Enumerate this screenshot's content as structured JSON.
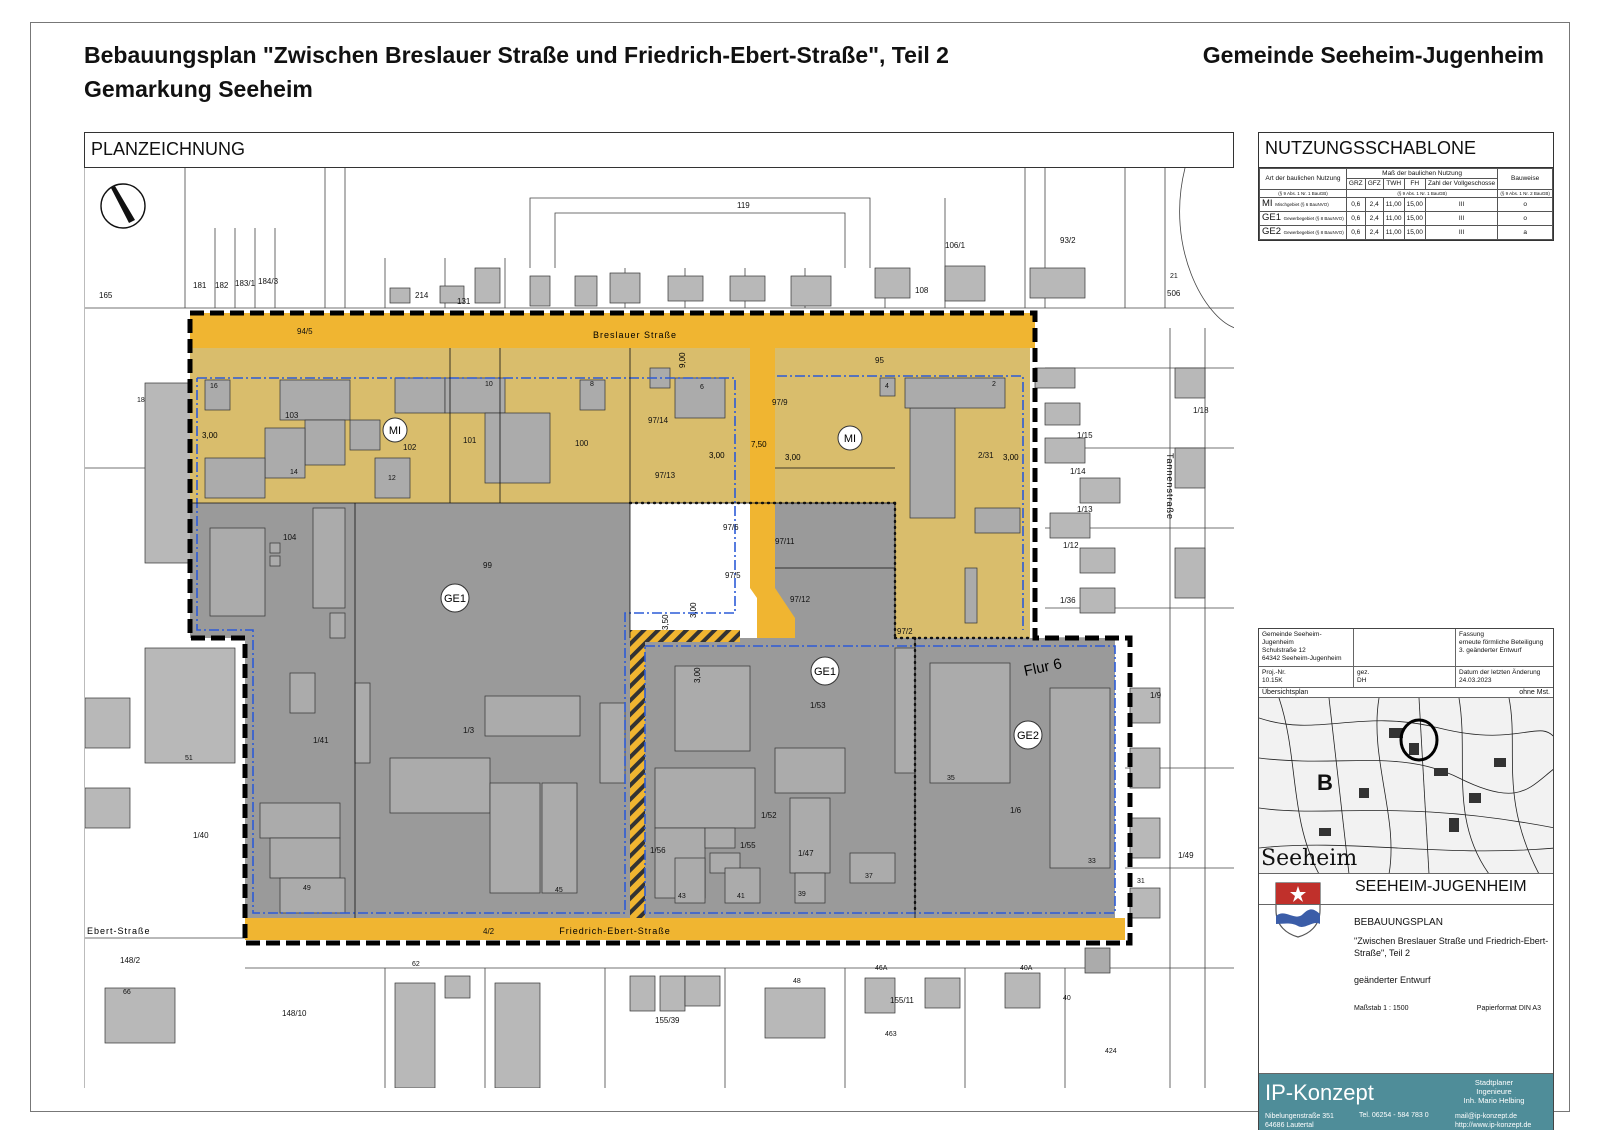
{
  "header": {
    "title": "Bebauungsplan \"Zwischen Breslauer Straße und Friedrich-Ebert-Straße\", Teil 2",
    "subtitle": "Gemarkung Seeheim",
    "municipality": "Gemeinde Seeheim-Jugenheim"
  },
  "plan": {
    "heading": "PLANZEICHNUNG",
    "streets": {
      "north": "Breslauer Straße",
      "south": "Friedrich-Ebert-Straße",
      "west": "Ebert-Straße",
      "east": "Tannenstraße"
    },
    "zones": {
      "mi": "MI",
      "ge1": "GE1",
      "ge2": "GE2"
    },
    "flur": "Flur 6",
    "dims": {
      "d300": "3,00",
      "d750": "7,50",
      "d900": "9,00",
      "d350": "3,50"
    },
    "parcels": {
      "p94_5": "94/5",
      "p103": "103",
      "p102": "102",
      "p101": "101",
      "p100": "100",
      "p97_14": "97/14",
      "p97_13": "97/13",
      "p97_9": "97/9",
      "p97_6": "97/6",
      "p97_5": "97/5",
      "p97_11": "97/11",
      "p97_12": "97/12",
      "p97_2": "97/2",
      "p95": "95",
      "p2_31": "2/31",
      "p104": "104",
      "p99": "99",
      "p1_41": "1/41",
      "p1_3": "1/3",
      "p1_53": "1/53",
      "p1_6": "1/6",
      "p1_56": "1/56",
      "p1_55": "1/55",
      "p1_52": "1/52",
      "p1_47": "1/47",
      "p1_40": "1/40",
      "p4_2": "4/2",
      "p119": "119",
      "p93_2": "93/2",
      "p106_1": "106/1",
      "p148_2": "148/2",
      "p148_10": "148/10",
      "p1_15": "1/15",
      "p1_14": "1/14",
      "p1_13": "1/13",
      "p1_12": "1/12",
      "p1_36": "1/36",
      "p1_9": "1/9",
      "p1_49": "1/49",
      "p155_39": "155/39",
      "p155_11": "155/11",
      "p165": "165",
      "p181": "181",
      "p182": "182",
      "p183_1": "183/1",
      "p184_3": "184/3",
      "p214": "214",
      "p131": "131",
      "p108": "108",
      "p506": "506",
      "p1_18": "1/18"
    },
    "houses": {
      "h16": "16",
      "h14": "14",
      "h12": "12",
      "h10": "10",
      "h8": "8",
      "h6": "6",
      "h4": "4",
      "h2": "2",
      "h35": "35",
      "h33": "33",
      "h49": "49",
      "h45": "45",
      "h43": "43",
      "h41": "41",
      "h39": "39",
      "h37": "37",
      "h51": "51",
      "h66": "66",
      "h18": "18",
      "h62": "62",
      "h48": "48",
      "h46A": "46A",
      "h40A": "40A",
      "h40": "40",
      "h424": "424",
      "h463": "463",
      "h31": "31",
      "h21": "21"
    },
    "colors": {
      "mi": "#d9bd6c",
      "ge": "#9a9a9a",
      "road": "#f0b531",
      "boundary": "#000000",
      "zoneLine": "#2c5bd7"
    }
  },
  "nutzung": {
    "title": "NUTZUNGSSCHABLONE",
    "col_art": "Art der baulichen Nutzung",
    "col_mass": "Maß der baulichen Nutzung",
    "col_bauweise": "Bauweise",
    "cols": [
      "GRZ",
      "GFZ",
      "TWH",
      "FH",
      "Zahl der Vollgeschosse"
    ],
    "legal_art": "(§ 9 Abs. 1 Nr. 1 BauGB)",
    "legal_mass": "(§ 9 Abs. 1 Nr. 1 BauGB)",
    "legal_bauweise": "(§ 9 Abs. 1 Nr. 2 BauGB)",
    "rows": [
      {
        "code": "MI",
        "desc": "Mischgebiet (§ 6 BauNVO)",
        "grz": "0,6",
        "gfz": "2,4",
        "twh": "11,00",
        "fh": "15,00",
        "vg": "III",
        "bw": "o"
      },
      {
        "code": "GE1",
        "desc": "Gewerbegebiet (§ 8 BauNVO)",
        "grz": "0,6",
        "gfz": "2,4",
        "twh": "11,00",
        "fh": "15,00",
        "vg": "III",
        "bw": "o"
      },
      {
        "code": "GE2",
        "desc": "Gewerbegebiet (§ 8 BauNVO)",
        "grz": "0,6",
        "gfz": "2,4",
        "twh": "11,00",
        "fh": "15,00",
        "vg": "III",
        "bw": "a"
      }
    ]
  },
  "info": {
    "address": [
      "Gemeinde Seeheim-Jugenheim",
      "Schulstraße 12",
      "64342 Seeheim-Jugenheim"
    ],
    "fassung_label": "Fassung",
    "fassung": [
      "erneute förmliche Beteiligung",
      "3. geänderter Entwurf"
    ],
    "proj_label": "Proj.-Nr.",
    "proj": "10.15K",
    "gez_label": "gez.",
    "gez": "DH",
    "date_label": "Datum der letzten Änderung",
    "date": "24.03.2023",
    "overview_label": "Übersichtsplan",
    "overview_scale": "ohne Mst.",
    "overview_town": "Seeheim",
    "municipality_caps": "SEEHEIM-JUGENHEIM",
    "bp_label": "BEBAUUNGSPLAN",
    "bp_name": "\"Zwischen Breslauer Straße und Friedrich-Ebert-Straße\", Teil 2",
    "bp_state": "geänderter Entwurf",
    "scale": "Maßstab 1 : 1500",
    "format": "Papierformat DIN A3"
  },
  "office": {
    "logo": "IP-Konzept",
    "role": [
      "Stadtplaner",
      "Ingenieure",
      "Inh. Mario Helbing"
    ],
    "address": [
      "Nibelungenstraße 351",
      "64686 Lautertal"
    ],
    "tel": "Tel. 06254 - 584 783 0",
    "email": "mail@ip-konzept.de",
    "web": "http://www.ip-konzept.de"
  }
}
